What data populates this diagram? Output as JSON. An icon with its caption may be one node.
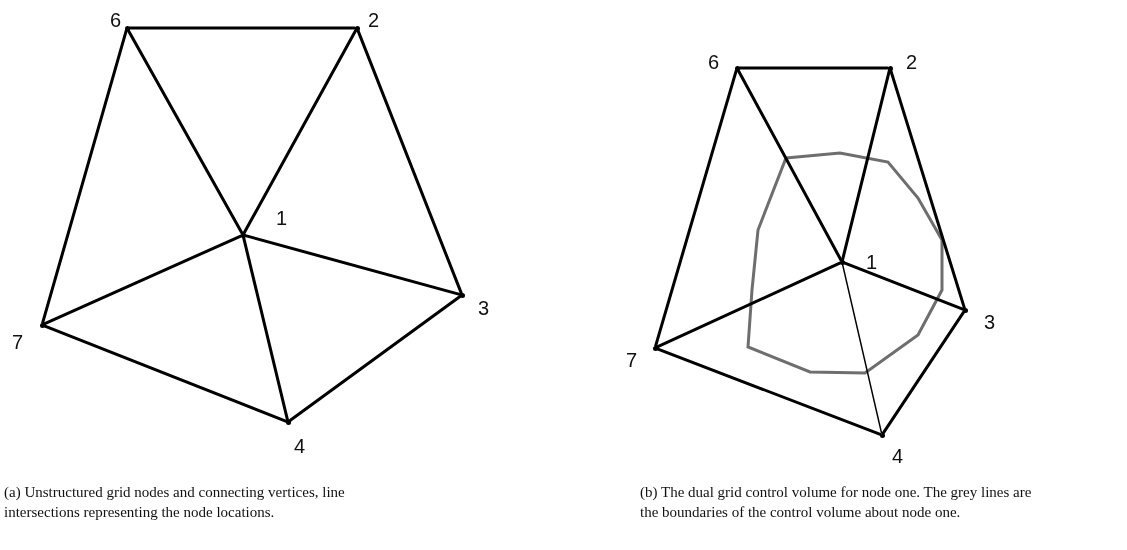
{
  "diagram": {
    "nodes": [
      {
        "text": [],
        "shape": "dot",
        "beside": [
          "6"
        ]
      },
      {
        "text": [],
        "shape": "dot",
        "beside": [
          "2"
        ]
      },
      {
        "text": [],
        "shape": "dot",
        "beside": [
          "3"
        ]
      },
      {
        "text": [],
        "shape": "dot",
        "beside": [
          "4"
        ]
      },
      {
        "text": [],
        "shape": "dot",
        "beside": [
          "7"
        ]
      },
      {
        "text": [],
        "shape": "dot",
        "beside": [
          "1"
        ]
      },
      {
        "text": [],
        "shape": "dot",
        "beside": [
          "6"
        ]
      },
      {
        "text": [],
        "shape": "dot",
        "beside": [
          "2"
        ]
      },
      {
        "text": [],
        "shape": "dot",
        "beside": [
          "3"
        ]
      },
      {
        "text": [],
        "shape": "dot",
        "beside": [
          "4"
        ]
      },
      {
        "text": [],
        "shape": "dot",
        "beside": [
          "7"
        ]
      },
      {
        "text": [],
        "shape": "dot",
        "beside": [
          "1"
        ]
      }
    ],
    "edges": [
      {
        "from": 0,
        "to": 1,
        "arrow": "none"
      },
      {
        "from": 1,
        "to": 2,
        "arrow": "none"
      },
      {
        "from": 2,
        "to": 3,
        "arrow": "none"
      },
      {
        "from": 3,
        "to": 4,
        "arrow": "none"
      },
      {
        "from": 4,
        "to": 0,
        "arrow": "none"
      },
      {
        "from": 5,
        "to": 0,
        "arrow": "none"
      },
      {
        "from": 5,
        "to": 1,
        "arrow": "none"
      },
      {
        "from": 5,
        "to": 2,
        "arrow": "none"
      },
      {
        "from": 5,
        "to": 3,
        "arrow": "none"
      },
      {
        "from": 5,
        "to": 4,
        "arrow": "none"
      },
      {
        "from": 6,
        "to": 7,
        "arrow": "none"
      },
      {
        "from": 7,
        "to": 8,
        "arrow": "none"
      },
      {
        "from": 8,
        "to": 9,
        "arrow": "none"
      },
      {
        "from": 9,
        "to": 10,
        "arrow": "none"
      },
      {
        "from": 10,
        "to": 6,
        "arrow": "none"
      },
      {
        "from": 11,
        "to": 6,
        "arrow": "none"
      },
      {
        "from": 11,
        "to": 7,
        "arrow": "none"
      },
      {
        "from": 11,
        "to": 8,
        "arrow": "none"
      },
      {
        "from": 11,
        "to": 9,
        "arrow": "none"
      },
      {
        "from": 11,
        "to": 10,
        "arrow": "none"
      }
    ],
    "labels": [
      "(a) Unstructured grid nodes and connecting vertices, line intersections representing the node locations.",
      "(b) The dual grid control volume for node one. The grey lines are the boundaries of the control volume about node one."
    ]
  }
}
